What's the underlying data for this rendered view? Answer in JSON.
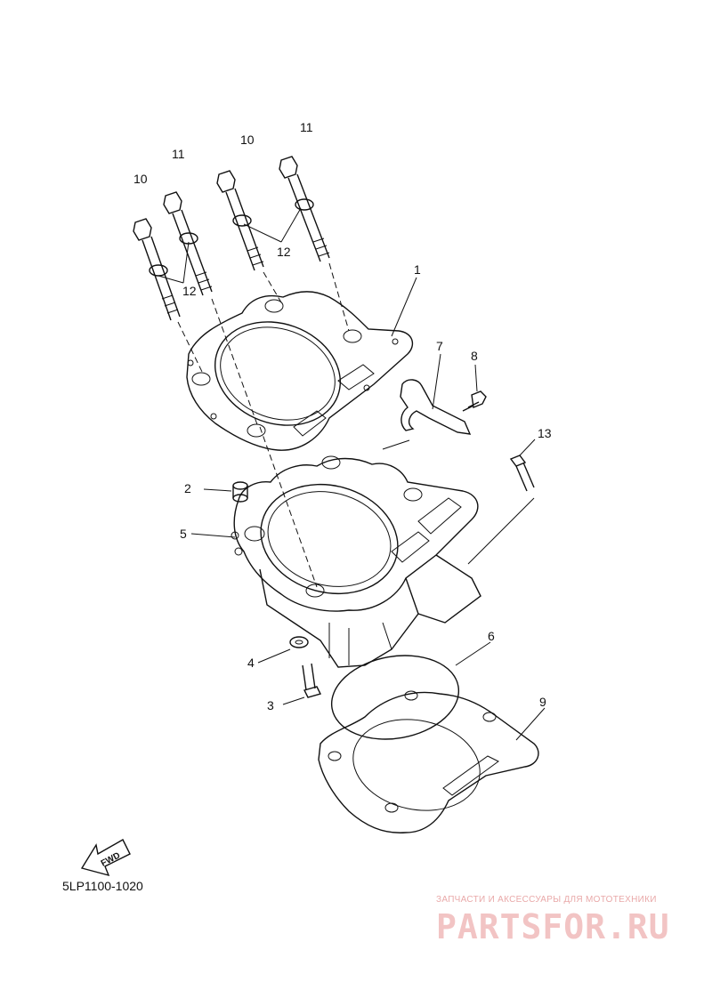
{
  "diagram": {
    "code": "5LP1100-1020",
    "fwd_label": "FWD",
    "callouts": [
      "1",
      "2",
      "3",
      "4",
      "5",
      "6",
      "7",
      "8",
      "9",
      "10",
      "10",
      "11",
      "11",
      "12",
      "12",
      "13"
    ],
    "watermark": {
      "tagline": "ЗАПЧАСТИ И АКСЕССУАРЫ ДЛЯ МОТОТЕХНИКИ",
      "brand": "PARTSFOR.RU"
    }
  }
}
